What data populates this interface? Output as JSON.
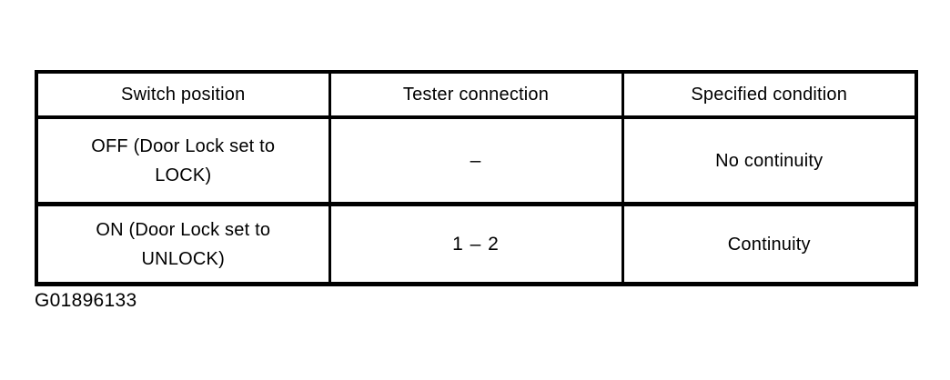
{
  "figure": {
    "caption": "G01896133",
    "background_color": "#ffffff",
    "ink_color": "#000000"
  },
  "table": {
    "headers": [
      "Switch position",
      "Tester connection",
      "Specified  condition"
    ],
    "rows": [
      {
        "switch_position_line1": "OFF (Door Lock set to",
        "switch_position_line2": "LOCK)",
        "tester_connection": "–",
        "specified_condition": "No continuity"
      },
      {
        "switch_position_line1": "ON (Door Lock set to",
        "switch_position_line2": "UNLOCK)",
        "tester_connection": "1 – 2",
        "specified_condition": "Continuity"
      }
    ]
  }
}
